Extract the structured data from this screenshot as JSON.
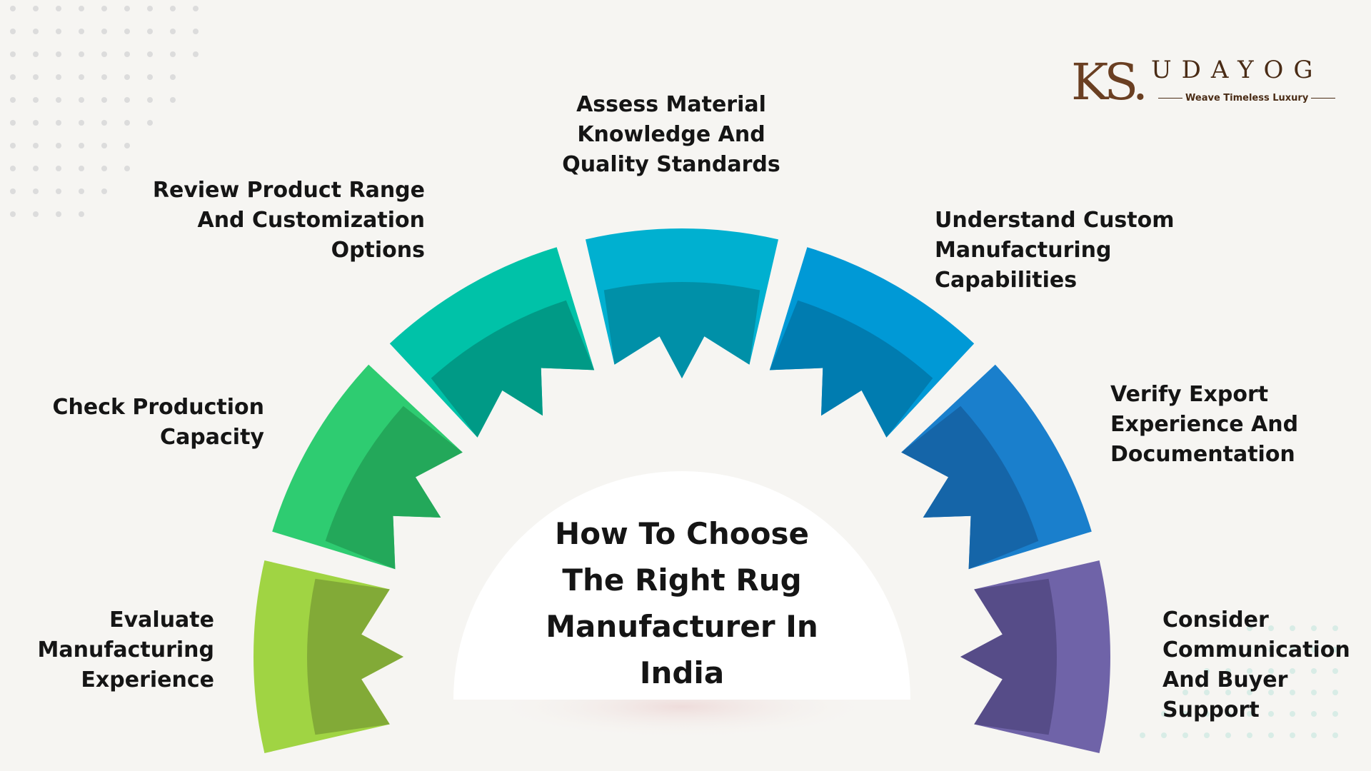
{
  "title": [
    "How To Choose",
    "The Right Rug",
    "Manufacturer In",
    "India"
  ],
  "brand": {
    "mark": "KS.",
    "name": "UDAYOG",
    "tagline": "Weave Timeless Luxury"
  },
  "steps": [
    {
      "lines": [
        "Evaluate",
        "Manufacturing",
        "Experience"
      ],
      "color": "#a0d443",
      "shade": "#82aa37"
    },
    {
      "lines": [
        "Check Production",
        "Capacity"
      ],
      "color": "#2ecc71",
      "shade": "#23a85a"
    },
    {
      "lines": [
        "Review Product Range",
        "And Customization",
        "Options"
      ],
      "color": "#00c2a8",
      "shade": "#009a86"
    },
    {
      "lines": [
        "Assess Material",
        "Knowledge And",
        "Quality Standards"
      ],
      "color": "#00b0d0",
      "shade": "#0090a8"
    },
    {
      "lines": [
        "Understand Custom",
        "Manufacturing",
        "Capabilities"
      ],
      "color": "#0099d6",
      "shade": "#007cb0"
    },
    {
      "lines": [
        "Verify Export",
        "Experience And",
        "Documentation"
      ],
      "color": "#1a7fcc",
      "shade": "#1565a8"
    },
    {
      "lines": [
        "Consider",
        "Communication",
        "And Buyer",
        "Support"
      ],
      "color": "#6f63a8",
      "shade": "#564c88"
    }
  ]
}
